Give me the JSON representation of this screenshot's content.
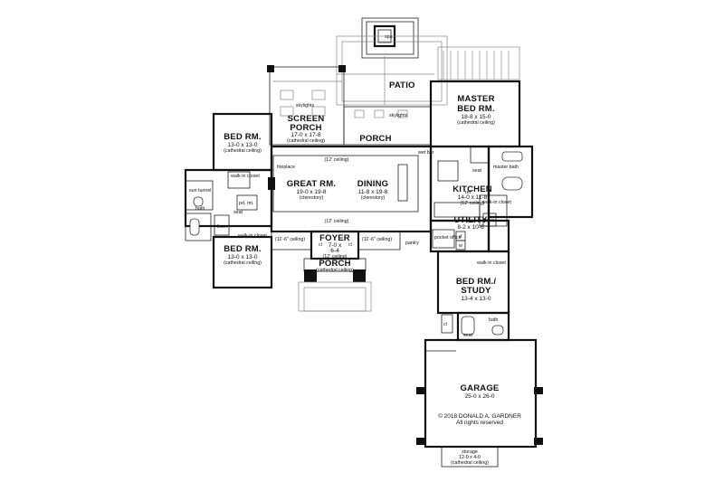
{
  "rooms": {
    "spa": {
      "label": "spa"
    },
    "patio": {
      "label": "PATIO"
    },
    "screen_porch": {
      "line1": "SCREEN",
      "line2": "PORCH",
      "size": "17-0 x 17-8",
      "note": "(cathedral ceiling)"
    },
    "porch_rear": {
      "label": "PORCH"
    },
    "skylights_left": {
      "label": "skylights"
    },
    "skylights_right": {
      "label": "skylights"
    },
    "master_bed": {
      "line1": "MASTER",
      "line2": "BED RM.",
      "size": "18-8 x 15-0",
      "note": "(cathedral ceiling)"
    },
    "bed_left_top": {
      "label": "BED RM.",
      "size": "13-0 x 13-0",
      "note": "(cathedral ceiling)"
    },
    "great_rm": {
      "label": "GREAT RM.",
      "size": "19-0 x 19-8",
      "note": "(clerestory)"
    },
    "dining": {
      "label": "DINING",
      "size": "11-8 x 19-8",
      "note": "(clerestory)"
    },
    "kitchen": {
      "label": "KITCHEN",
      "size": "14-0 x 11-8",
      "note": "(12' ceiling)"
    },
    "utility": {
      "label": "UTILITY",
      "size": "8-2 x 10-6"
    },
    "foyer": {
      "label": "FOYER",
      "size1": "7-0 x",
      "size2": "6-4",
      "note": "(12' ceiling)"
    },
    "porch_front": {
      "label": "PORCH",
      "note": "(cathedral ceiling)"
    },
    "bed_left_bottom": {
      "label": "BED RM.",
      "size": "13-0 x 13-0",
      "note": "(cathedral ceiling)"
    },
    "bed_study": {
      "line1": "BED RM./",
      "line2": "STUDY",
      "size": "13-4 x 13-0"
    },
    "garage": {
      "label": "GARAGE",
      "size": "25-0 x 26-0"
    },
    "storage": {
      "label": "storage",
      "size": "12-0 x 4-0",
      "note": "(cathedral ceiling)"
    }
  },
  "notes": {
    "ceiling_12_top": "(12' ceiling)",
    "ceiling_12_bottom": "(12' ceiling)",
    "ceiling_11_left": "(11'-6\" ceiling)",
    "ceiling_11_right": "(11'-6\" ceiling)",
    "fireplace": "fireplace",
    "wet_bar": "wet bar",
    "sun_tunnel": "sun tunnel",
    "walkin_left": "walk-in closet",
    "walkin_left_bottom": "walk-in closet",
    "walkin_master": "walk-in closet",
    "walkin_study": "walk-in closet",
    "master_bath": "master bath",
    "bath_left": "bath",
    "bath_right": "bath",
    "pd_rm": "pd. rm.",
    "seat_left": "seat",
    "seat_master": "seat",
    "seat_right": "seat",
    "linen_left": "linen",
    "linen_right": "linen",
    "pantry": "pantry",
    "pocket_office": "pocket office",
    "cl_foyer_left": "cl",
    "cl_foyer_right": "cl",
    "cl_study": "cl",
    "d_label": "d",
    "w_label": "w",
    "ref": "ref"
  },
  "copyright": {
    "line1": "© 2018 DONALD A. GARDNER",
    "line2": "All rights reserved"
  }
}
